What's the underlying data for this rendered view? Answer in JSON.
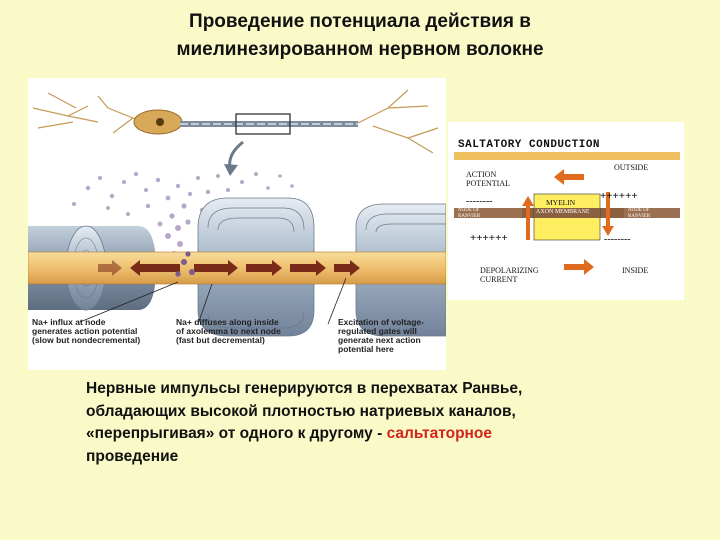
{
  "title": {
    "line1": "Проведение потенциала действия в",
    "line2": "миелинезированном нервном волокне"
  },
  "left_diagram": {
    "captions": [
      [
        "Na+ influx at node",
        "generates action potential",
        "(slow but nondecremental)"
      ],
      [
        "Na+ diffuses along inside",
        "of axolemma to next node",
        "(fast but decremental)"
      ],
      [
        "Excitation of voltage-",
        "regulated gates will",
        "generate next action",
        "potential here"
      ]
    ]
  },
  "saltatory": {
    "title": "SALTATORY CONDUCTION",
    "outside": "OUTSIDE",
    "action_potential": [
      "ACTION",
      "POTENTIAL"
    ],
    "plus_top": "++++++",
    "minus_top_left": "--------",
    "myelin": "MYELIN",
    "axon_membrane": "AXON MEMBRANE",
    "node_left": [
      "NODE OF",
      "RANVIER"
    ],
    "node_right": [
      "NODE OF",
      "RANVIER"
    ],
    "plus_bottom": "++++++",
    "minus_bottom": "--------",
    "depolarizing": [
      "DEPOLARIZING",
      "CURRENT"
    ],
    "inside": "INSIDE"
  },
  "body": {
    "line1": "Нервные импульсы генерируются в перехватах Ранвье,",
    "line2": "обладающих высокой плотностью натриевых каналов,",
    "line3_a": "«перепрыгивая» от одного к другому - ",
    "line3_b": "сальтаторное",
    "line4": "проведение"
  },
  "colors": {
    "background": "#fafac8",
    "highlight": "#d4221c",
    "axon": "#f0c878",
    "myelin": "#8aa0b8",
    "arrow_orange": "#e06a1e",
    "myelin_yellow": "#ffef60"
  }
}
